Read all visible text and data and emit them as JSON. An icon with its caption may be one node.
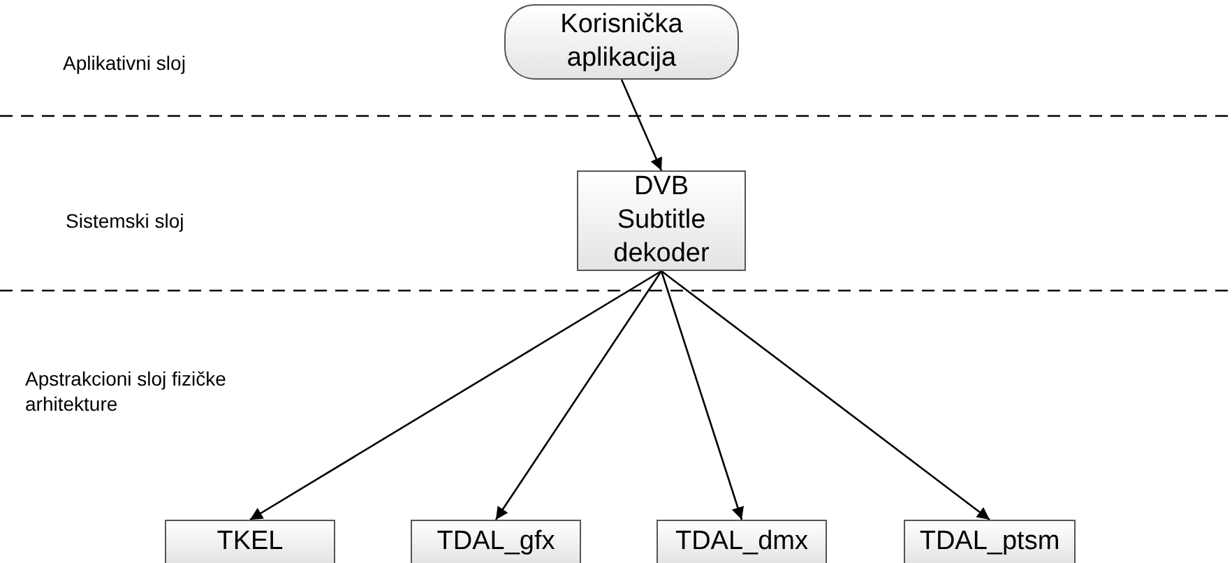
{
  "diagram": {
    "nodes": [
      {
        "text": [
          "Korisnička aplikacija"
        ]
      },
      {
        "text": [
          "DVB Subtitle dekoder"
        ]
      },
      {
        "text": [
          "TKEL"
        ]
      },
      {
        "text": [
          "TDAL_gfx"
        ]
      },
      {
        "text": [
          "TDAL_dmx"
        ]
      },
      {
        "text": [
          "TDAL_ptsm"
        ]
      }
    ],
    "edges": [
      {
        "from": 0,
        "to": 1,
        "arrow": "to"
      },
      {
        "from": 1,
        "to": 2,
        "arrow": "to"
      },
      {
        "from": 1,
        "to": 3,
        "arrow": "to"
      },
      {
        "from": 1,
        "to": 4,
        "arrow": "to"
      },
      {
        "from": 1,
        "to": 5,
        "arrow": "to"
      }
    ],
    "labels": [
      "Aplikativni sloj",
      "Sistemski sloj",
      "Apstrakcioni sloj fizičke arhitekture"
    ]
  }
}
